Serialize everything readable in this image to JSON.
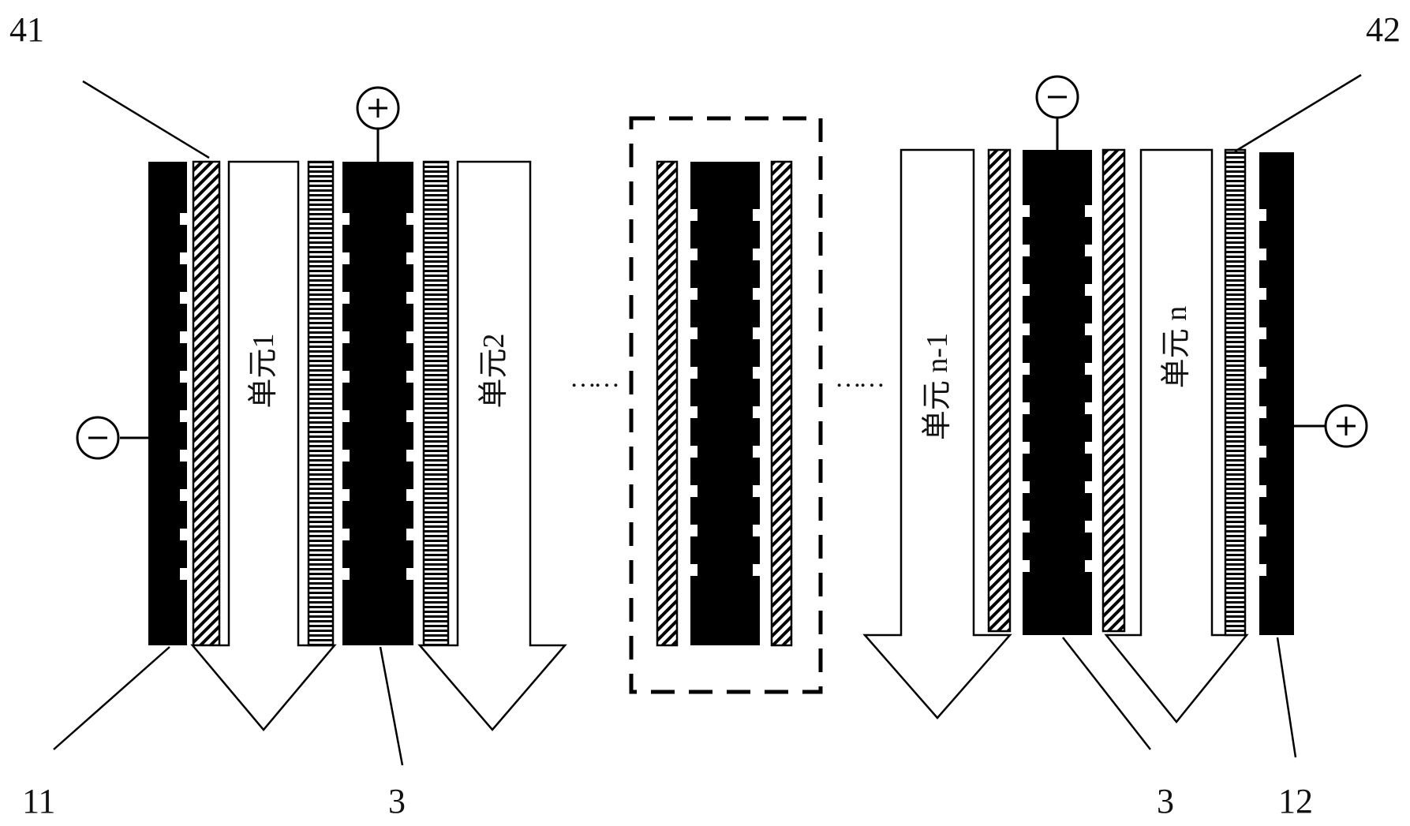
{
  "labels": {
    "top_left": "41",
    "top_right": "42",
    "bottom_left": "11",
    "bottom_mid_left": "3",
    "bottom_mid_right": "3",
    "bottom_right": "12"
  },
  "units": {
    "unit1": "单元1",
    "unit2": "单元2",
    "unit_n_minus_1": "单元 n-1",
    "unit_n": "单元 n"
  },
  "polarity": {
    "left_end_terminal": "−",
    "bipolar_plate_1_terminal": "+",
    "bipolar_plate_n_terminal": "−",
    "right_end_terminal": "+"
  },
  "continuation": {
    "left_dots": "……",
    "right_dots": "……"
  },
  "colors": {
    "ink": "#000000",
    "paper": "#ffffff"
  }
}
